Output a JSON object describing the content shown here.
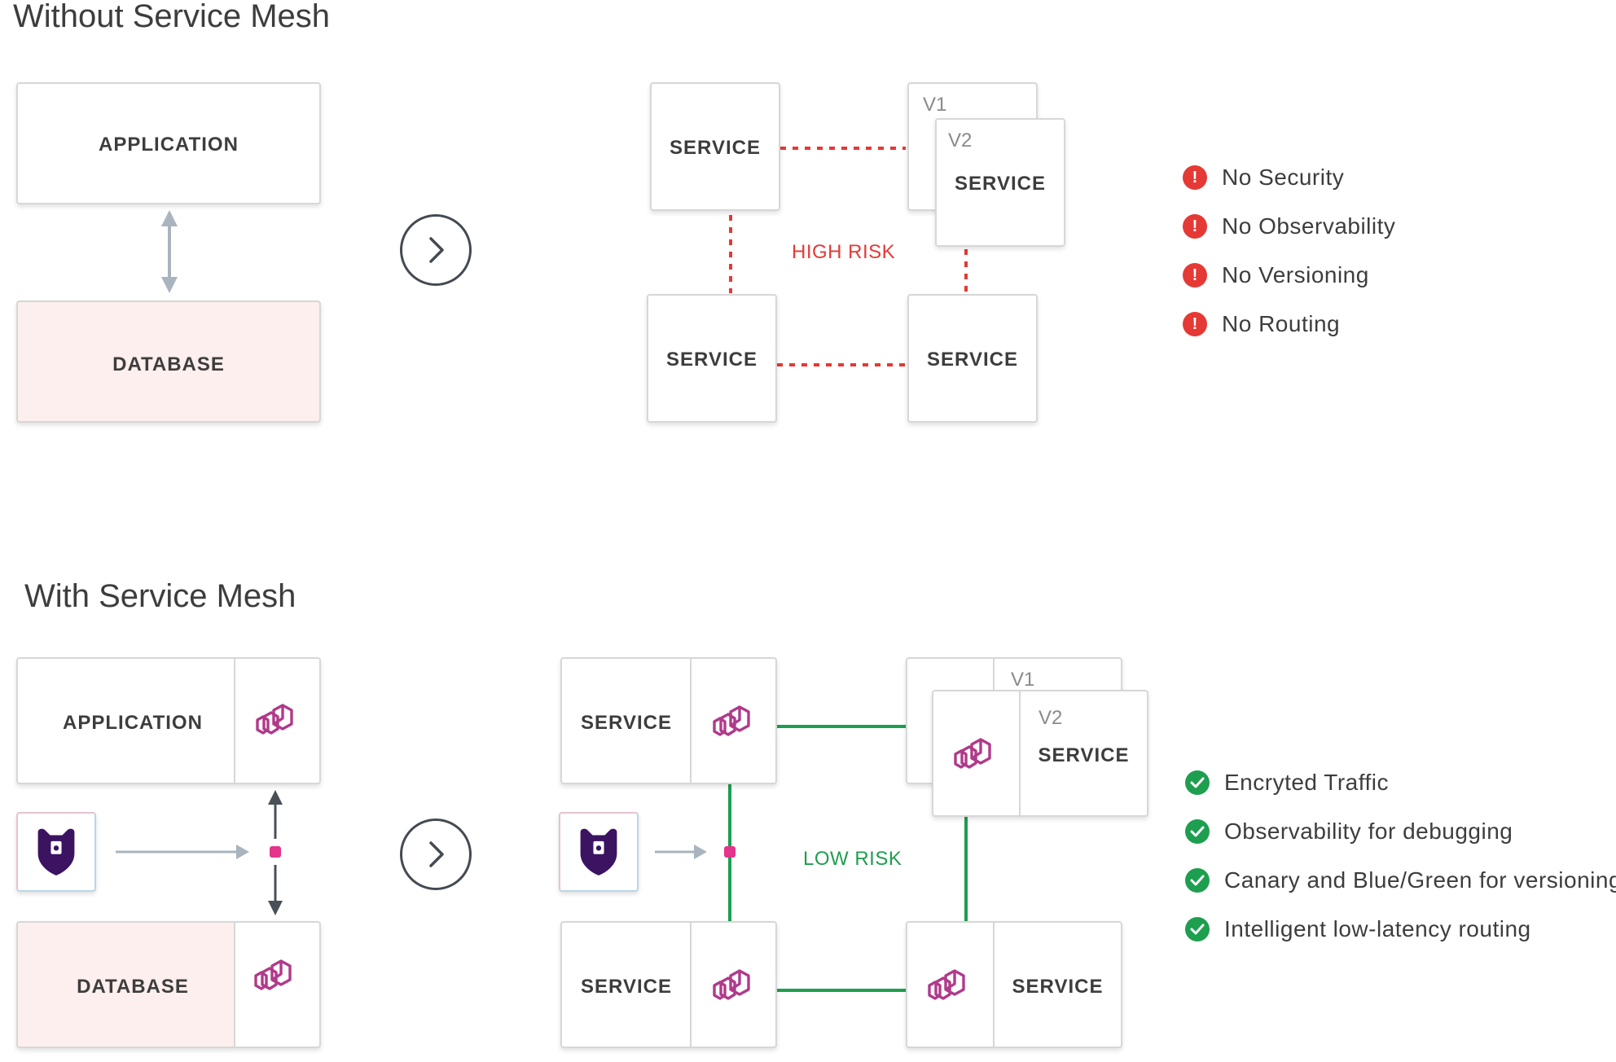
{
  "colors": {
    "risk_high": "#e53935",
    "risk_low": "#1e9e4f",
    "box_border": "#d7d7d7",
    "database_fill": "#fdefed",
    "arrow_grey": "#a9b4be",
    "envoy_icon": "#b03a8a",
    "bear_icon": "#3b1361",
    "connector_dot": "#e5348b"
  },
  "without": {
    "title": "Without Service Mesh",
    "app_label": "APPLICATION",
    "db_label": "DATABASE",
    "services": {
      "top_left": "SERVICE",
      "v1_label": "V1",
      "v2_label": "V2",
      "top_right": "SERVICE",
      "bottom_left": "SERVICE",
      "bottom_right": "SERVICE"
    },
    "risk_label": "HIGH RISK",
    "issues": [
      "No Security",
      "No Observability",
      "No Versioning",
      "No Routing"
    ],
    "issue_icon": "exclamation-icon"
  },
  "with": {
    "title": "With Service Mesh",
    "app_label": "APPLICATION",
    "db_label": "DATABASE",
    "services": {
      "top_left": "SERVICE",
      "v1_label": "V1",
      "v2_label": "V2",
      "top_right": "SERVICE",
      "bottom_left": "SERVICE",
      "bottom_right": "SERVICE"
    },
    "risk_label": "LOW RISK",
    "benefits": [
      "Encryted Traffic",
      "Observability for debugging",
      "Canary and Blue/Green for versioning",
      "Intelligent low-latency routing"
    ],
    "benefit_icon": "check-icon",
    "proxy_icon": "envoy-proxy-icon",
    "control_plane_icon": "bear-logo-icon"
  },
  "nav_icon": "chevron-right-icon"
}
